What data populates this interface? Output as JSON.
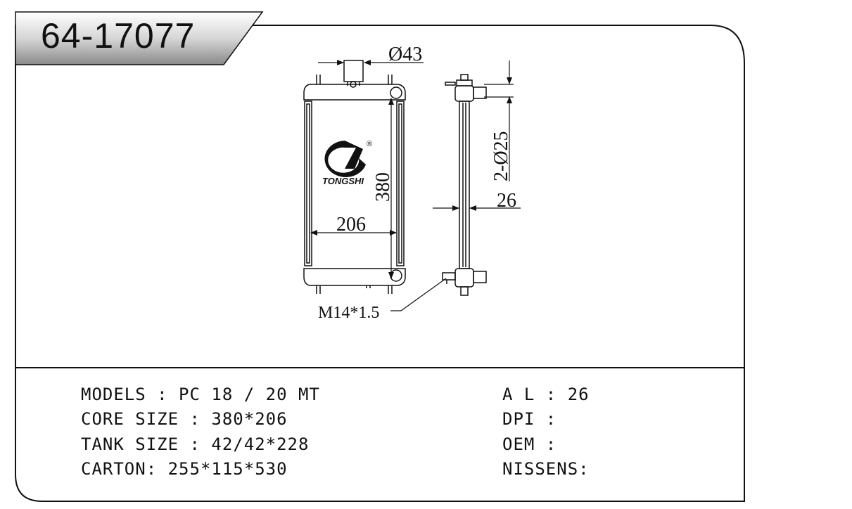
{
  "part_number": "64-17077",
  "brand": "TONGSHI",
  "brand_mark": "®",
  "dimensions": {
    "top_outlet": "Ø43",
    "height": "380",
    "width": "206",
    "side_pipes": "2-Ø25",
    "depth": "26",
    "drain_thread": "M14*1.5"
  },
  "specs_left": [
    "MODELS : PC 18 / 20 MT",
    "CORE SIZE : 380*206",
    "TANK SIZE : 42/42*228",
    "CARTON: 255*115*530"
  ],
  "specs_right": [
    "A L : 26",
    "DPI :",
    "OEM :",
    "NISSENS:"
  ]
}
